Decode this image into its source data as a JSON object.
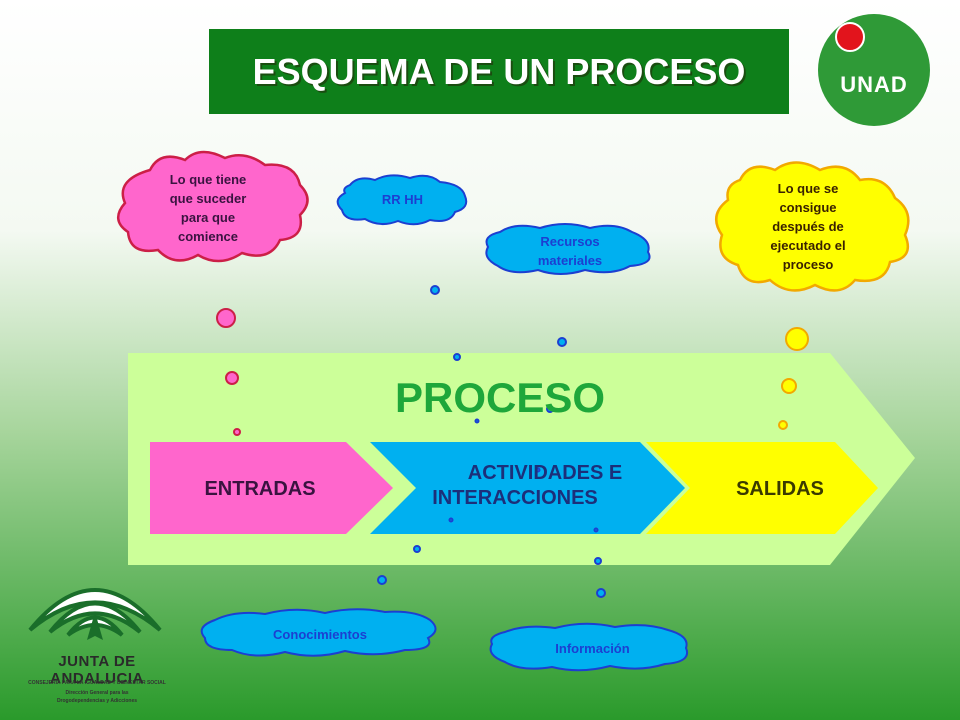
{
  "title": "ESQUEMA DE UN PROCESO",
  "logo_unad": "UNAD",
  "process_label": "PROCESO",
  "stages": {
    "entradas": "ENTRADAS",
    "actividades_line1": "ACTIVIDADES E",
    "actividades_line2": "INTERACCIONES",
    "salidas": "SALIDAS"
  },
  "clouds": {
    "before_line1": "Lo que tiene",
    "before_line2": "que suceder",
    "before_line3": "para que",
    "before_line4": "comience",
    "rrhh": "RR HH",
    "recursos_line1": "Recursos",
    "recursos_line2": "materiales",
    "after_line1": "Lo que se",
    "after_line2": "consigue",
    "after_line3": "después de",
    "after_line4": "ejecutado el",
    "after_line5": "proceso",
    "conocimientos": "Conocimientos",
    "informacion": "Información"
  },
  "junta": {
    "name": "JUNTA DE ANDALUCIA",
    "sub1": "CONSEJERÍA PARA LA IGUALDAD Y BIENESTAR SOCIAL",
    "sub2": "Dirección General para las",
    "sub3": "Drogodependencias y Adicciones"
  },
  "colors": {
    "title_bg": "#0e7f1a",
    "process_bg": "#ccff99",
    "process_text": "#1ea73a",
    "entradas": "#ff66cc",
    "actividades": "#00b0f0",
    "salidas": "#ffff00",
    "cloud_pink": "#ff66cc",
    "cloud_blue": "#00b0f0",
    "cloud_yellow": "#ffff00"
  }
}
